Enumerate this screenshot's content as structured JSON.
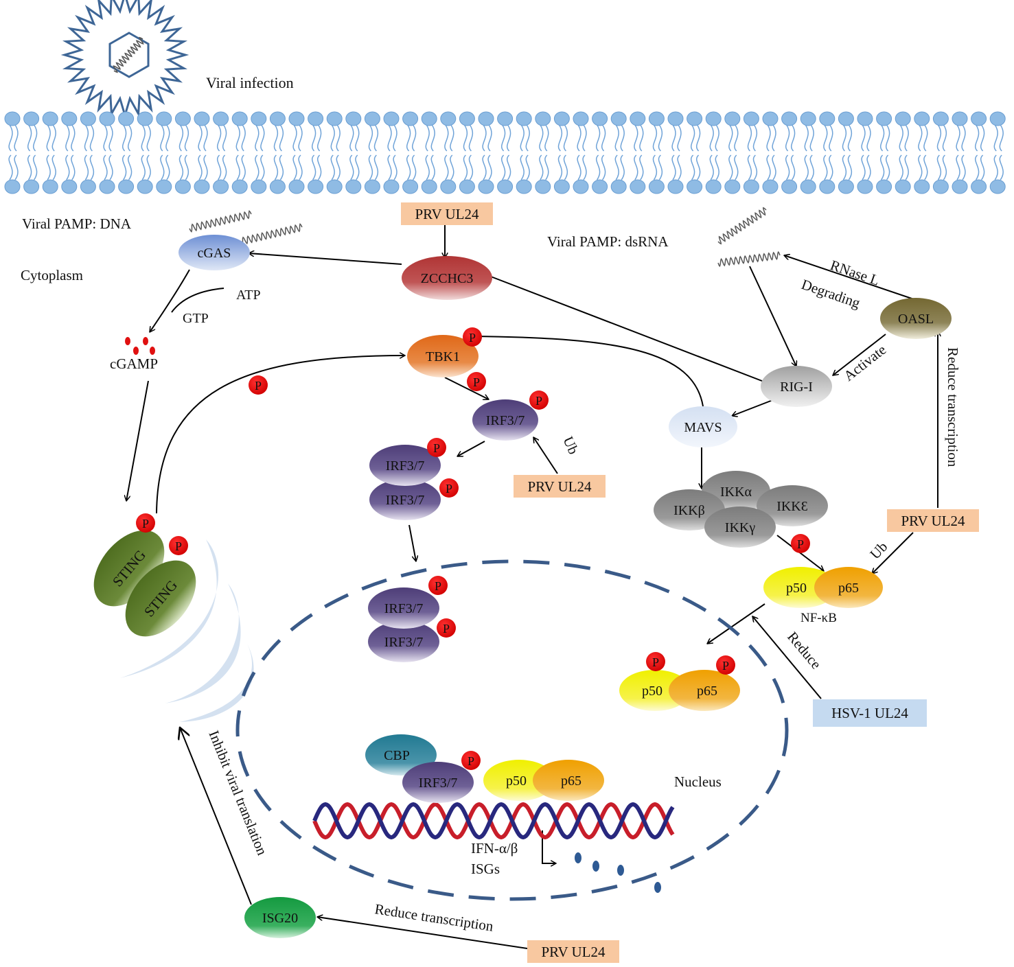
{
  "labels": {
    "viral_infection": "Viral infection",
    "pamp_dna": "Viral PAMP: DNA",
    "cytoplasm": "Cytoplasm",
    "pamp_dsrna": "Viral PAMP: dsRNA",
    "atp": "ATP",
    "gtp": "GTP",
    "cgamp": "cGAMP",
    "rnase_l": "RNase L",
    "degrading": "Degrading",
    "activate": "Activate",
    "reduce_transcription_right": "Reduce transcription",
    "ub_irf": "Ub",
    "ub_nfkb": "Ub",
    "nfkb": "NF-κB",
    "reduce": "Reduce",
    "nucleus": "Nucleus",
    "ifn": "IFN-α/β",
    "isgs": "ISGs",
    "inhibit_translation": "Inhibit viral translation",
    "reduce_transcription_bottom": "Reduce transcription",
    "phospho": "P"
  },
  "nodes": {
    "cgas": "cGAS",
    "zcchc3": "ZCCHC3",
    "tbk1": "TBK1",
    "irf37": "IRF3/7",
    "rigi": "RIG-I",
    "mavs": "MAVS",
    "oasl": "OASL",
    "ikka": "IKKα",
    "ikkb": "IKKβ",
    "ikke": "IKKƐ",
    "ikkg": "IKKγ",
    "p50": "p50",
    "p65": "p65",
    "sting": "STING",
    "cbp": "CBP",
    "isg20": "ISG20"
  },
  "boxes": {
    "prv_ul24": "PRV UL24",
    "hsv1_ul24": "HSV-1 UL24"
  },
  "colors": {
    "membrane": "#6fa3d8",
    "prv_box": "#f8c8a0",
    "hsv_box": "#c5daf0",
    "cgas": "#7f9ed8",
    "zcchc3": "#b83c3c",
    "tbk1": "#e0701e",
    "irf": "#5a4a80",
    "rigi": "#a8a8a8",
    "mavs": "#d6e2f2",
    "oasl": "#7a6e3c",
    "ikk": "#8c8c8c",
    "p50": "#f2f000",
    "p65": "#f0a800",
    "sting": "#5a7a28",
    "cbp": "#2c7e96",
    "isg20": "#1d9e46",
    "phospho": "#e01010",
    "nucleus_border": "#3a5a88",
    "dna_red": "#c81e2a",
    "dna_blue": "#28287e"
  }
}
